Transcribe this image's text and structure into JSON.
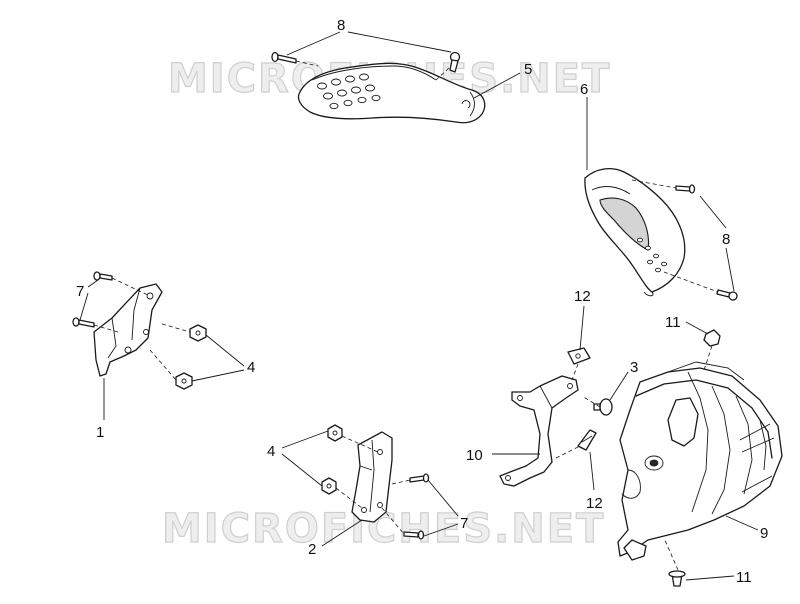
{
  "watermark": {
    "text": "MICROFICHES.NET"
  },
  "callouts": {
    "c1": "1",
    "c2": "2",
    "c3": "3",
    "c4a": "4",
    "c4b": "4",
    "c5": "5",
    "c6": "6",
    "c7a": "7",
    "c7b": "7",
    "c8a": "8",
    "c8b": "8",
    "c9": "9",
    "c10": "10",
    "c11a": "11",
    "c11b": "11",
    "c12a": "12",
    "c12b": "12"
  }
}
